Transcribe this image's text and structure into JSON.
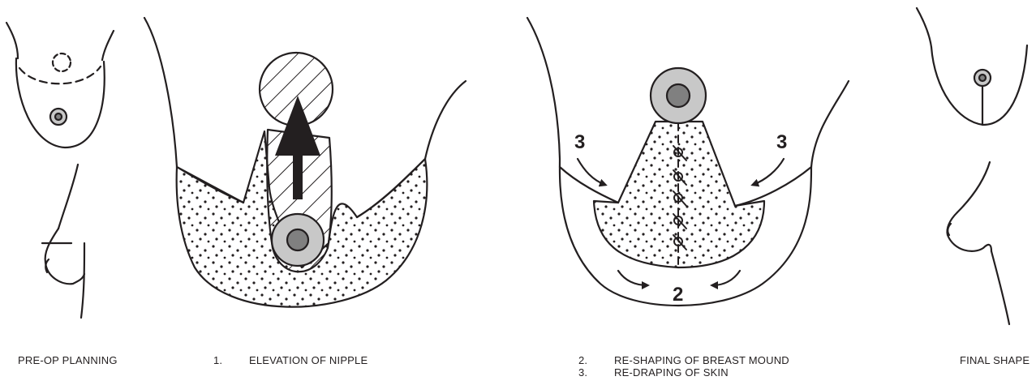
{
  "panels": {
    "preop": {
      "caption": "PRE-OP PLANNING"
    },
    "step1": {
      "number": "1.",
      "caption": "ELEVATION OF NIPPLE"
    },
    "step23": {
      "items": [
        {
          "number": "2.",
          "caption": "RE-SHAPING OF BREAST MOUND"
        },
        {
          "number": "3.",
          "caption": "RE-DRAPING OF SKIN"
        }
      ],
      "labels": {
        "reshape": "2",
        "redrape_left": "3",
        "redrape_right": "3"
      }
    },
    "final": {
      "caption": "FINAL SHAPE"
    }
  },
  "colors": {
    "line": "#231f20",
    "areola": "#c8c8c8",
    "nipple": "#808080"
  }
}
